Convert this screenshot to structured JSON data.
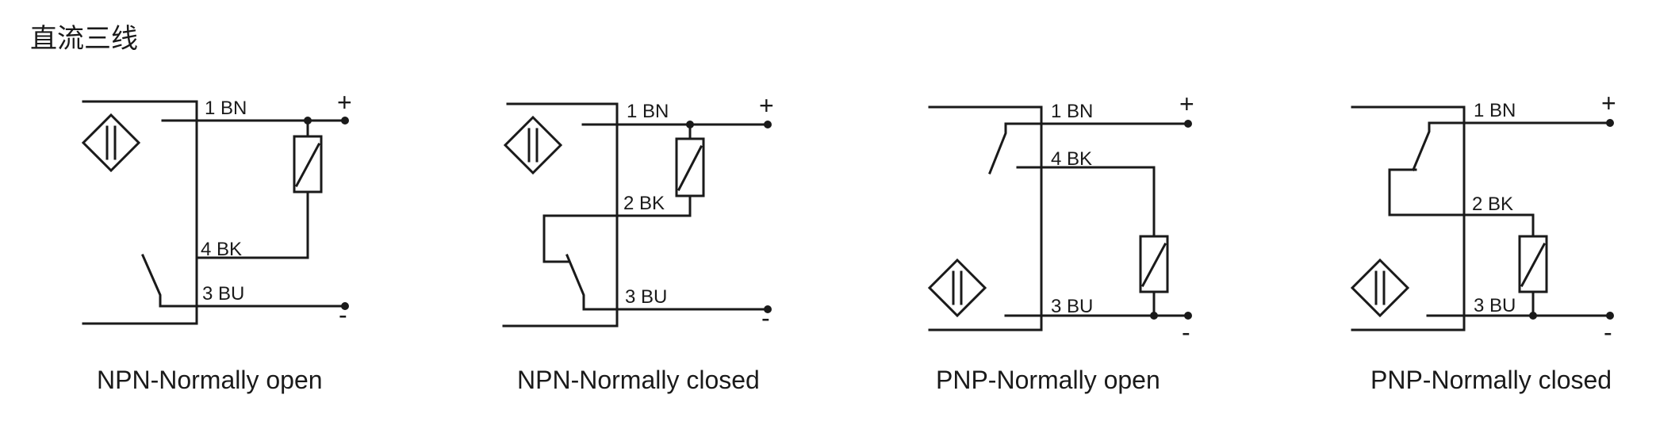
{
  "title": "直流三线",
  "diagrams": [
    {
      "caption": "NPN-Normally open",
      "labels": {
        "bn": "1 BN",
        "bk": "4 BK",
        "bu": "3 BU"
      },
      "plus": "+",
      "minus": "-"
    },
    {
      "caption": "NPN-Normally closed",
      "labels": {
        "bn": "1 BN",
        "bk": "2 BK",
        "bu": "3 BU"
      },
      "plus": "+",
      "minus": "-"
    },
    {
      "caption": "PNP-Normally open",
      "labels": {
        "bn": "1 BN",
        "bk": "4 BK",
        "bu": "3 BU"
      },
      "plus": "+",
      "minus": "-"
    },
    {
      "caption": "PNP-Normally closed",
      "labels": {
        "bn": "1 BN",
        "bk": "2 BK",
        "bu": "3 BU"
      },
      "plus": "+",
      "minus": "-"
    }
  ]
}
